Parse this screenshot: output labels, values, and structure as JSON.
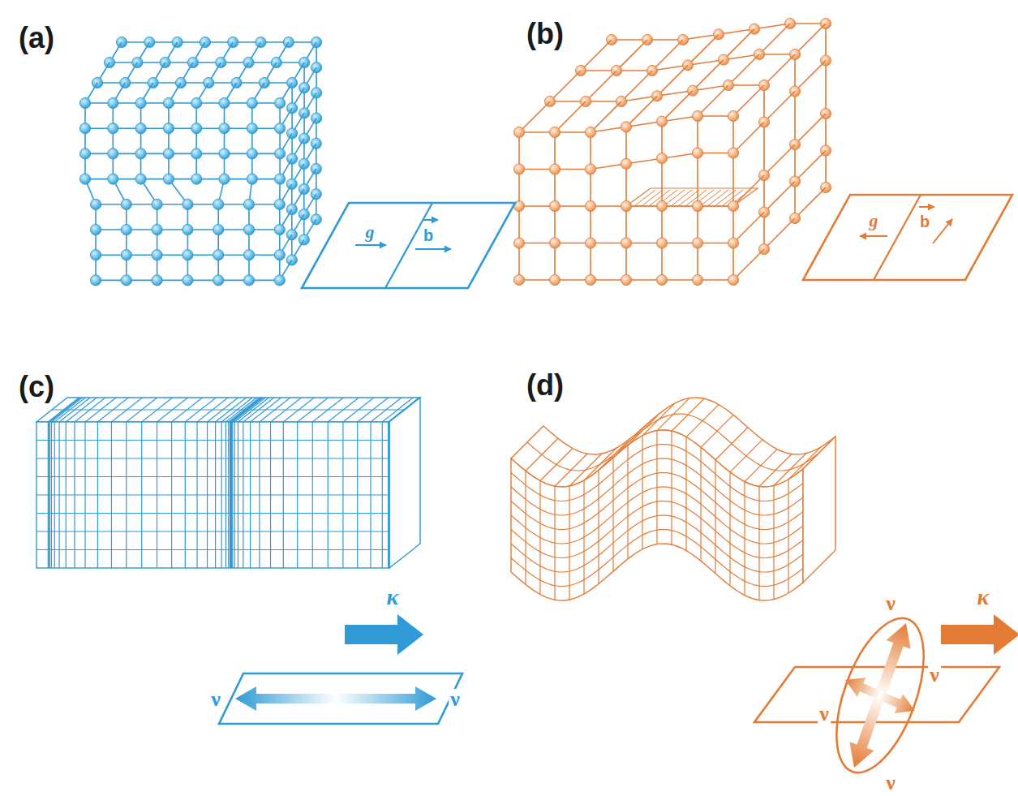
{
  "diagram": {
    "labels": [
      "(a)",
      "(b)",
      "g",
      "b",
      "g",
      "b",
      "(c)",
      "(d)",
      "κ",
      "ν",
      "ν",
      "κ",
      "ν",
      "ν",
      "ν",
      "ν"
    ]
  }
}
